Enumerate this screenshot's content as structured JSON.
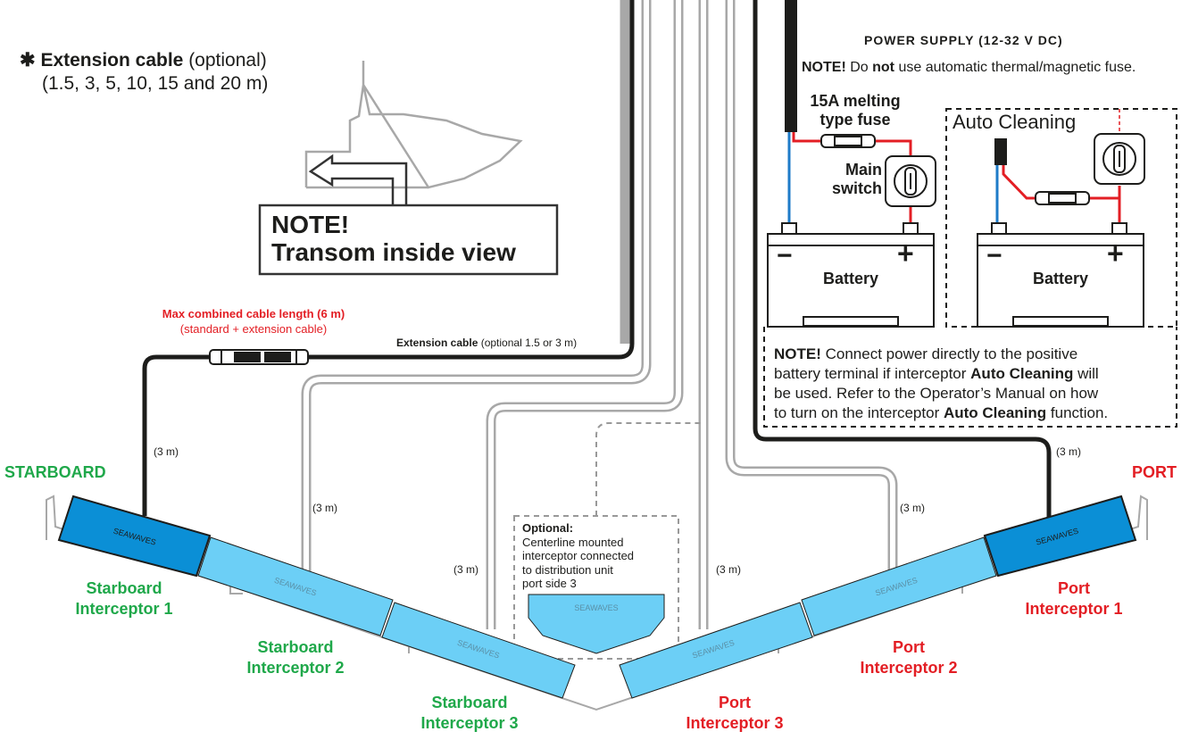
{
  "extension_note": {
    "asterisk": "✱",
    "title": "Extension cable",
    "optional": "(optional)",
    "lengths": "(1.5, 3, 5, 10, 15 and 20 m)"
  },
  "transom_note": {
    "line1": "NOTE!",
    "line2": "Transom inside view"
  },
  "power": {
    "title": "POWER SUPPLY (12-32 V DC)",
    "fuse_note_prefix": "NOTE!",
    "fuse_note_a": " Do ",
    "fuse_note_bold": "not",
    "fuse_note_b": " use automatic thermal/magnetic fuse.",
    "fuse_label_1": "15A melting",
    "fuse_label_2": "type fuse",
    "switch_label_1": "Main",
    "switch_label_2": "switch",
    "auto_cleaning_title": "Auto Cleaning",
    "battery_label": "Battery",
    "minus": "−",
    "plus": "+"
  },
  "auto_note": {
    "prefix": "NOTE!",
    "l1": " Connect power directly to the positive",
    "l2a": "battery terminal if interceptor ",
    "l2b": "Auto Cleaning",
    "l2c": " will",
    "l3": "be used. Refer to the Operator’s Manual on how",
    "l4a": "to turn on the interceptor ",
    "l4b": "Auto Cleaning",
    "l4c": " function."
  },
  "cable": {
    "max_length": "Max combined cable length (6 m)",
    "max_length_sub": "(standard + extension cable)",
    "ext_label": "Extension cable",
    "ext_label_sub": " (optional 1.5 or 3 m)",
    "len_3m": "(3 m)"
  },
  "sides": {
    "starboard": "STARBOARD",
    "port": "PORT"
  },
  "interceptors": {
    "s1_a": "Starboard",
    "s1_b": "Interceptor 1",
    "s2_a": "Starboard",
    "s2_b": "Interceptor 2",
    "s3_a": "Starboard",
    "s3_b": "Interceptor 3",
    "p1_a": "Port",
    "p1_b": "Interceptor 1",
    "p2_a": "Port",
    "p2_b": "Interceptor 2",
    "p3_a": "Port",
    "p3_b": "Interceptor 3"
  },
  "optional_box": {
    "title": "Optional:",
    "l1": "Centerline mounted",
    "l2": "interceptor connected",
    "l3": "to distribution unit",
    "l4": "port side 3"
  },
  "brand": "SEAWAVES",
  "colors": {
    "starboard": "#1fa84a",
    "port": "#e31e24",
    "interceptor_dark": "#0b8fd6",
    "interceptor_light": "#6ccff6",
    "cable_grey": "#a8a8a8"
  }
}
